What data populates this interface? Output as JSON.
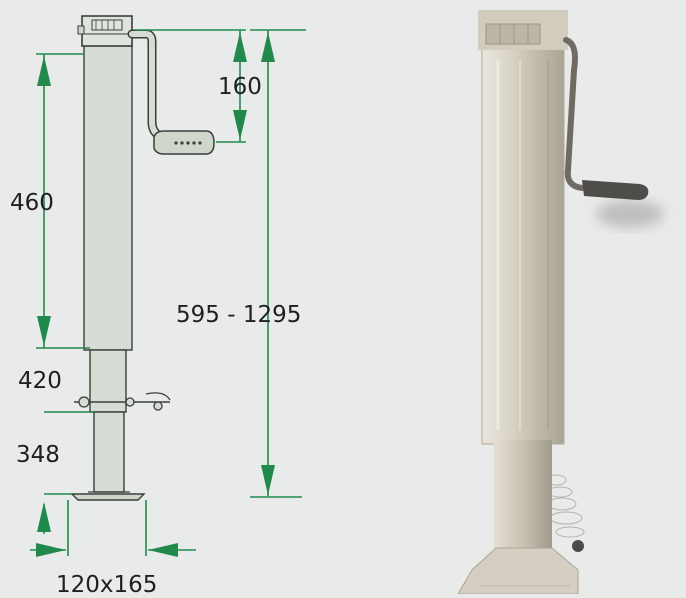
{
  "dimensions": {
    "handle_offset": "160",
    "upper_tube": "460",
    "total_height": "595 - 1295",
    "middle_tube": "420",
    "lower_tube": "348",
    "foot_plate": "120x165"
  },
  "colors": {
    "background": "#e9eaea",
    "dimension_line": "#1f8a4c",
    "tube_fill": "#d5dcd4",
    "outline": "#3a3f3a"
  }
}
